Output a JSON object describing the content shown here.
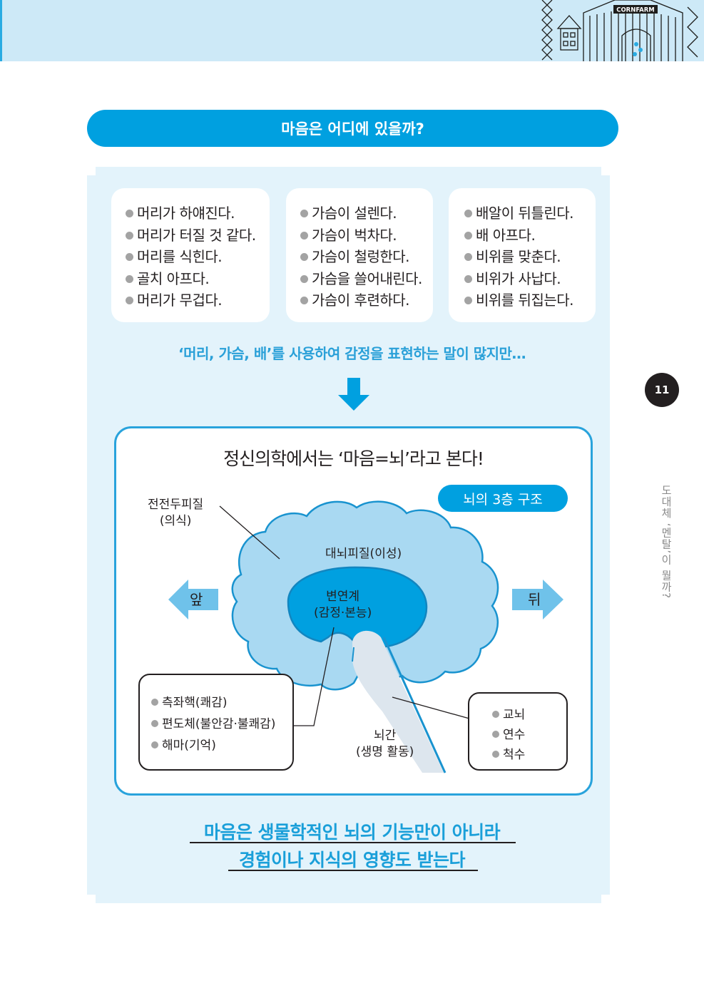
{
  "header": {
    "farm_sign": "CORNFARM"
  },
  "title": "마음은 어디에 있을까?",
  "cards": [
    {
      "items": [
        "머리가 하얘진다.",
        "머리가 터질 것 같다.",
        "머리를 식힌다.",
        "골치 아프다.",
        "머리가 무겁다."
      ]
    },
    {
      "items": [
        "가슴이 설렌다.",
        "가슴이 벅차다.",
        "가슴이 철렁한다.",
        "가슴을 쓸어내린다.",
        "가슴이 후련하다."
      ]
    },
    {
      "items": [
        "배알이 뒤틀린다.",
        "배 아프다.",
        "비위를 맞춘다.",
        "비위가 사납다.",
        "비위를 뒤집는다."
      ]
    }
  ],
  "subline": "‘머리, 가슴, 배’를 사용하여 감정을 표현하는 말이 많지만…",
  "diagram": {
    "heading": "정신의학에서는 ‘마음=뇌’라고 본다!",
    "badge": "뇌의 3층 구조",
    "prefrontal": [
      "전전두피질",
      "(의식)"
    ],
    "cortex": "대뇌피질(이성)",
    "limbic": [
      "변연계",
      "(감정·본능)"
    ],
    "front": "앞",
    "back": "뒤",
    "brainstem": [
      "뇌간",
      "(생명 활동)"
    ],
    "limbic_parts": [
      "측좌핵(쾌감)",
      "편도체(불안감·불쾌감)",
      "해마(기억)"
    ],
    "stem_parts": [
      "교뇌",
      "연수",
      "척수"
    ]
  },
  "conclusion": [
    "마음은 생물학적인 뇌의 기능만이 아니라",
    "경험이나 지식의 영향도 받는다"
  ],
  "page_number": "11",
  "side_title": "도대체 ‘멘탈’이 뭘까?",
  "colors": {
    "accent": "#00a0e0",
    "panel": "#e3f3fb",
    "brain_light": "#a9d9f2",
    "brain_dark": "#00a0e0"
  }
}
